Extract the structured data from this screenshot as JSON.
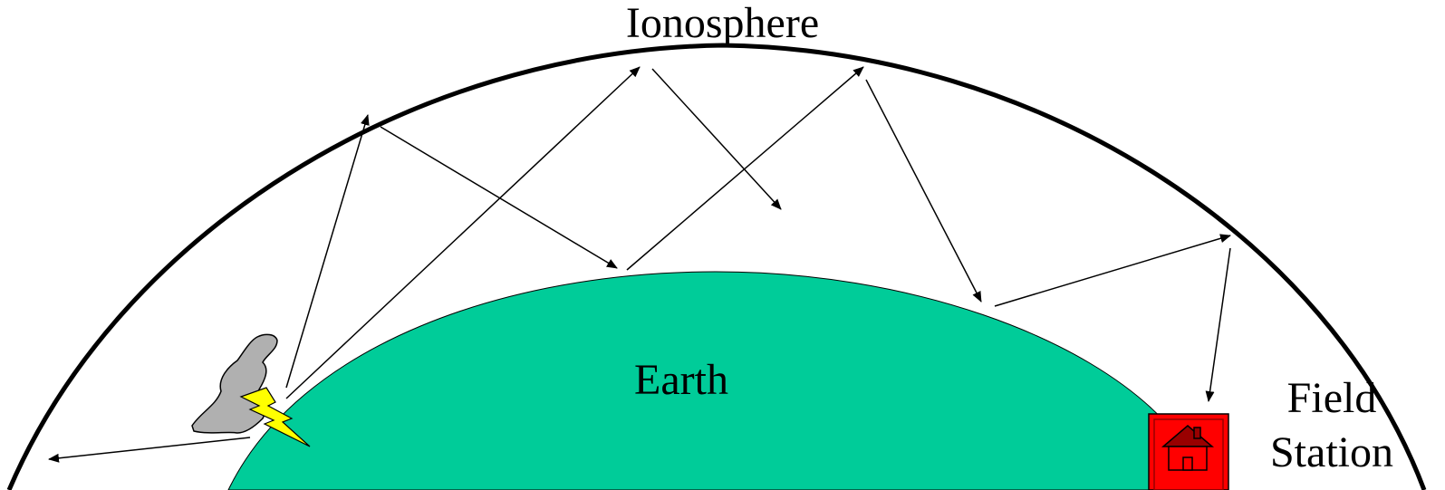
{
  "diagram": {
    "title": "Ionosphere",
    "earth_label": "Earth",
    "station_label_line1": "Field",
    "station_label_line2": "Station",
    "colors": {
      "earth": "#00CC99",
      "station_box": "#FF0000",
      "station_house": "#990000",
      "cloud": "#B0B0B0",
      "lightning": "#FFFF00",
      "outline": "#000000"
    },
    "icons": [
      "storm-cloud-icon",
      "lightning-bolt-icon",
      "house-icon"
    ]
  }
}
